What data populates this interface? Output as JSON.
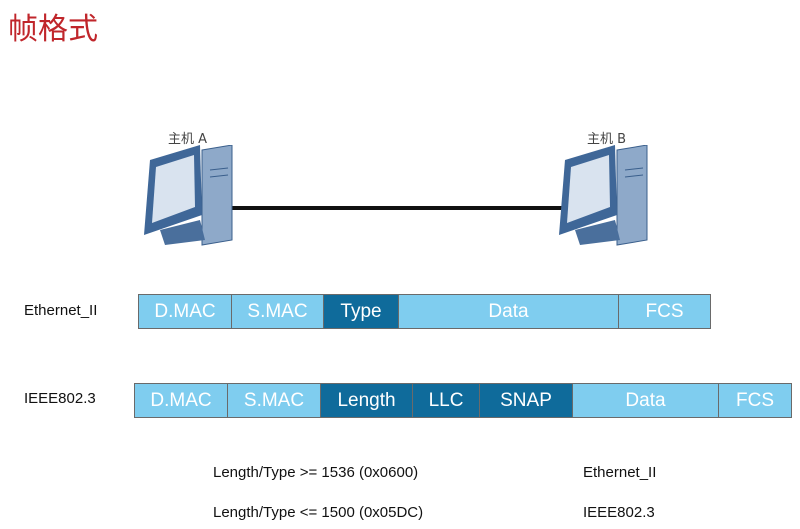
{
  "title": "帧格式",
  "hosts": {
    "a": "主机 A",
    "b": "主机  B"
  },
  "frames": [
    {
      "label": "Ethernet_II",
      "fields": [
        "D.MAC",
        "S.MAC",
        "Type",
        "Data",
        "FCS"
      ]
    },
    {
      "label": "IEEE802.3",
      "fields": [
        "D.MAC",
        "S.MAC",
        "Length",
        "LLC",
        "SNAP",
        "Data",
        "FCS"
      ]
    }
  ],
  "notes": [
    {
      "condition": "Length/Type >= 1536 (0x0600)",
      "result": "Ethernet_II"
    },
    {
      "condition": "Length/Type <= 1500 (0x05DC)",
      "result": "IEEE802.3"
    }
  ],
  "colors": {
    "light": "#7fcdef",
    "dark": "#0f6b9b",
    "title": "#c0262b"
  }
}
